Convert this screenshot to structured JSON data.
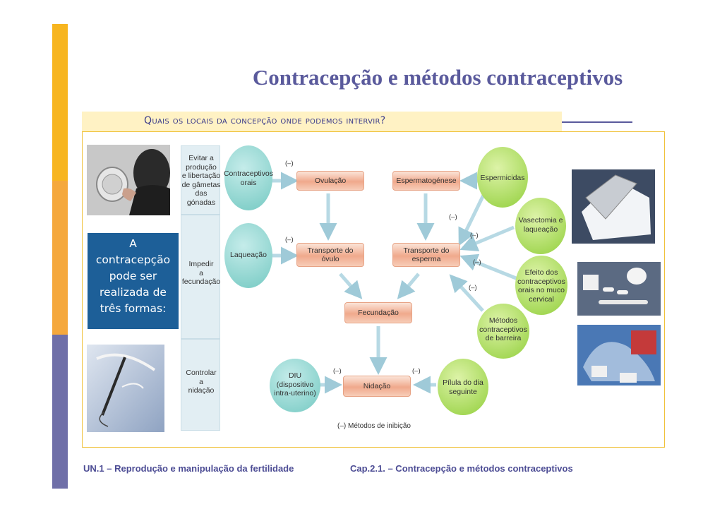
{
  "title": "Contracepção e métodos contraceptivos",
  "subtitle": "Quais os locais da concepção onde podemos intervir?",
  "sidebar_box": {
    "line1": "A",
    "line2": "contracepção",
    "line3": "pode ser",
    "line4": "realizada de",
    "line5": "três formas:"
  },
  "diagram": {
    "columns": {
      "c1": [
        "Evitar a",
        "produção",
        "e libertação",
        "de gâmetas",
        "das gónadas"
      ],
      "c2": [
        "Impedir",
        "a",
        "fecundação"
      ],
      "c3": [
        "Controlar",
        "a",
        "nidação"
      ]
    },
    "teal": {
      "contraceptivos": [
        "Contraceptivos",
        "orais"
      ],
      "laqueacao": [
        "Laqueação"
      ],
      "diu": [
        "DIU",
        "(dispositivo",
        "intra-uterino)"
      ]
    },
    "pills": {
      "ovulacao": "Ovulação",
      "espermatogenese": "Espermatogénese",
      "transporte_ovulo": [
        "Transporte do",
        "óvulo"
      ],
      "transporte_esperma": [
        "Transporte do",
        "esperma"
      ],
      "fecundacao": "Fecundação",
      "nidacao": "Nidação"
    },
    "green": {
      "espermicidas": [
        "Espermicidas"
      ],
      "vasectomia": [
        "Vasectomia e",
        "laqueação"
      ],
      "efeito": [
        "Efeito dos",
        "contraceptivos",
        "orais no muco",
        "cervical"
      ],
      "barreira": [
        "Métodos",
        "contraceptivos",
        "de barreira"
      ],
      "pilula": [
        "Pílula do dia",
        "seguinte"
      ]
    },
    "minus_sign": "(–)",
    "legend": "(–) Métodos de inibição"
  },
  "footer": {
    "left": "UN.1 – Reprodução e manipulação da fertilidade",
    "right": "Cap.2.1. – Contracepção e métodos contraceptivos"
  },
  "colors": {
    "title": "#5a5a9c",
    "bar_top": "#f5b01d",
    "bar_mid": "#f2a93a",
    "bar_bottom": "#6f6fa8",
    "frame": "#f0c23b",
    "blue_box": "#1d5f98"
  }
}
